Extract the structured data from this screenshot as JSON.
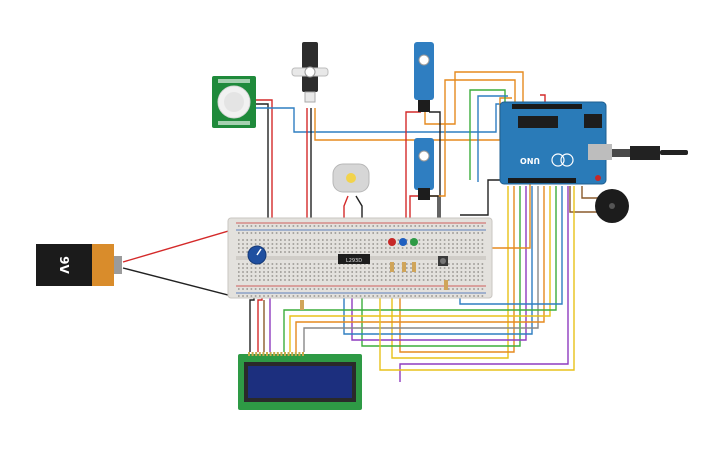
{
  "battery": {
    "label": "9V"
  },
  "arduino": {
    "model_label": "UNO",
    "pcb_color": "#2a7bb8",
    "header_color": "#1a1a1a"
  },
  "breadboard": {
    "body_color": "#e3e1dd",
    "rail_red": "#c83232",
    "rail_blue": "#2f5fb0",
    "chip_label": "L293D"
  },
  "lcd": {
    "screen_color": "#1c2f7e",
    "board_color": "#2e9a45"
  },
  "pir": {
    "board_color": "#1f8a3b"
  },
  "servos": [
    {
      "name": "servo-black",
      "color": "#2d2d2d"
    },
    {
      "name": "servo-blue-top",
      "color": "#2f7ec1"
    },
    {
      "name": "servo-blue-bottom",
      "color": "#2f7ec1"
    }
  ],
  "leds": [
    {
      "name": "led-red",
      "color": "#c62828"
    },
    {
      "name": "led-blue",
      "color": "#1f5fbf"
    },
    {
      "name": "led-green",
      "color": "#2e9a45"
    }
  ],
  "wire_colors": {
    "red": "#d42a2a",
    "black": "#222222",
    "orange": "#e58a1f",
    "yellow": "#e8c21a",
    "green": "#3cae3c",
    "blue": "#2f7ec1",
    "purple": "#8e3bbf",
    "brown": "#8a5a2b",
    "gray": "#888888"
  }
}
